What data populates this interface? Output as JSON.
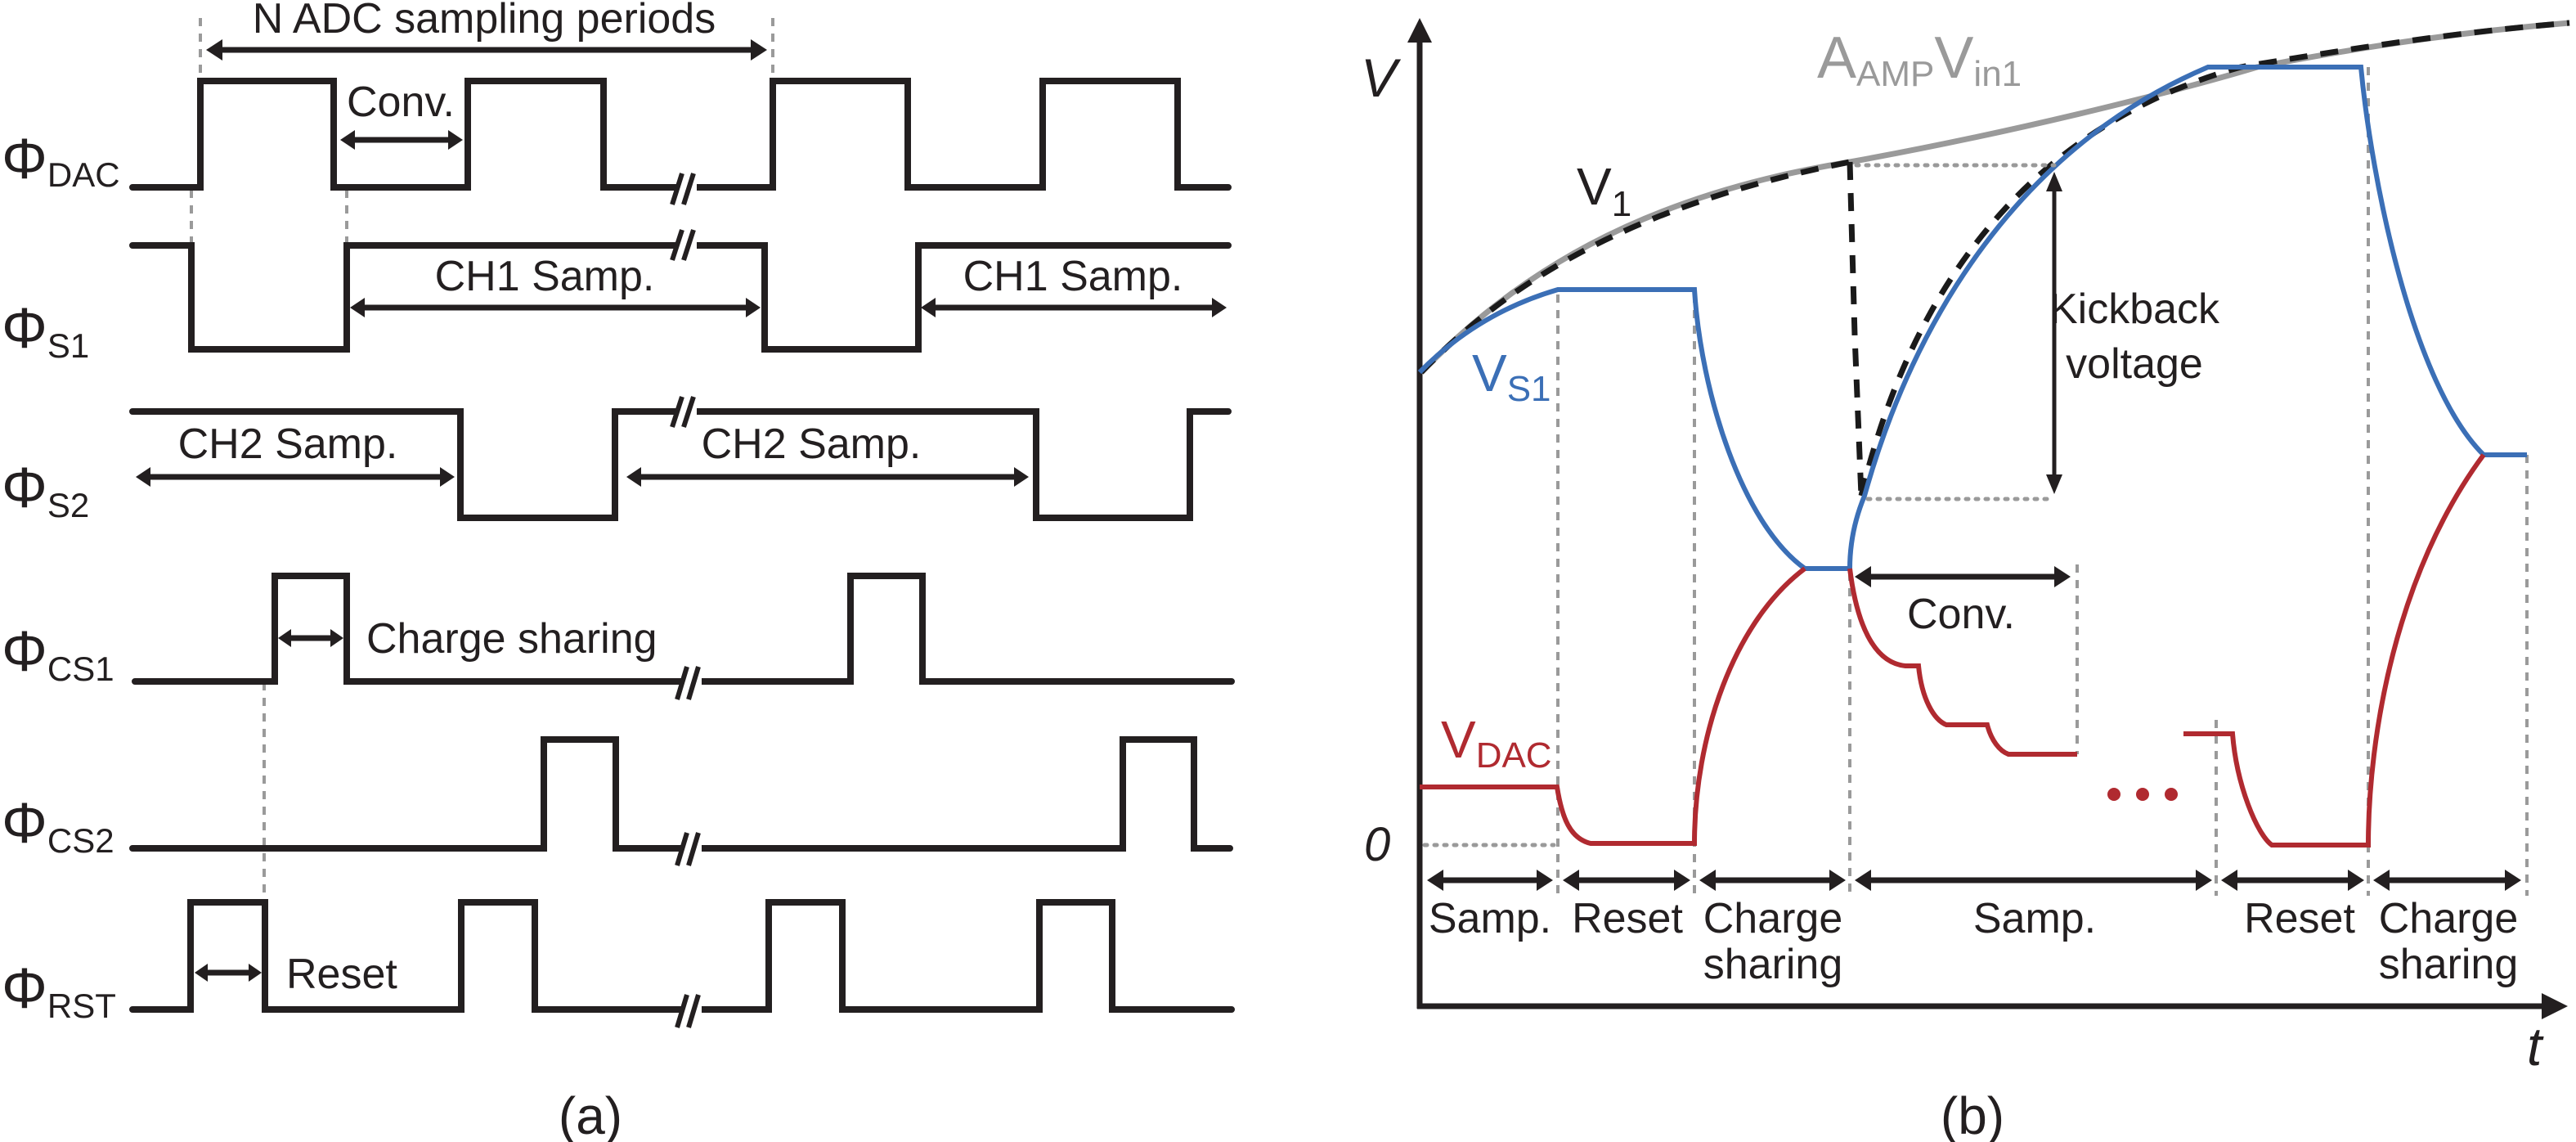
{
  "figure": {
    "panel_a_caption": "(a)",
    "panel_b_caption": "(b)"
  },
  "panel_a": {
    "title_span": "N ADC sampling periods",
    "signals": [
      {
        "name": "Φ",
        "sub": "DAC"
      },
      {
        "name": "Φ",
        "sub": "S1"
      },
      {
        "name": "Φ",
        "sub": "S2"
      },
      {
        "name": "Φ",
        "sub": "CS1"
      },
      {
        "name": "Φ",
        "sub": "CS2"
      },
      {
        "name": "Φ",
        "sub": "RST"
      }
    ],
    "annotations": {
      "conv": "Conv.",
      "ch1_samp_1": "CH1 Samp.",
      "ch1_samp_2": "CH1 Samp.",
      "ch2_samp_1": "CH2 Samp.",
      "ch2_samp_2": "CH2 Samp.",
      "charge_sharing": "Charge sharing",
      "reset": "Reset"
    },
    "break_mark": "//"
  },
  "panel_b": {
    "y_axis_label": "V",
    "x_axis_label": "t",
    "zero_label": "0",
    "curves": {
      "aamp_vin1": {
        "main": "A",
        "sub1": "AMP",
        "main2": "V",
        "sub2": "in1",
        "color": "#9a9a9a"
      },
      "v1": {
        "main": "V",
        "sub": "1",
        "color": "#1a1a1a"
      },
      "vs1": {
        "main": "V",
        "sub": "S1",
        "color": "#3b6fb6"
      },
      "vdac": {
        "main": "V",
        "sub": "DAC",
        "color": "#b02a30"
      }
    },
    "kickback": {
      "line1": "Kickback",
      "line2": "voltage"
    },
    "conv": "Conv.",
    "ellipsis_color": "#b02a30",
    "phases": [
      {
        "line1": "Samp.",
        "line2": ""
      },
      {
        "line1": "Reset",
        "line2": ""
      },
      {
        "line1": "Charge",
        "line2": "sharing"
      },
      {
        "line1": "Samp.",
        "line2": ""
      },
      {
        "line1": "Reset",
        "line2": ""
      },
      {
        "line1": "Charge",
        "line2": "sharing"
      }
    ]
  }
}
